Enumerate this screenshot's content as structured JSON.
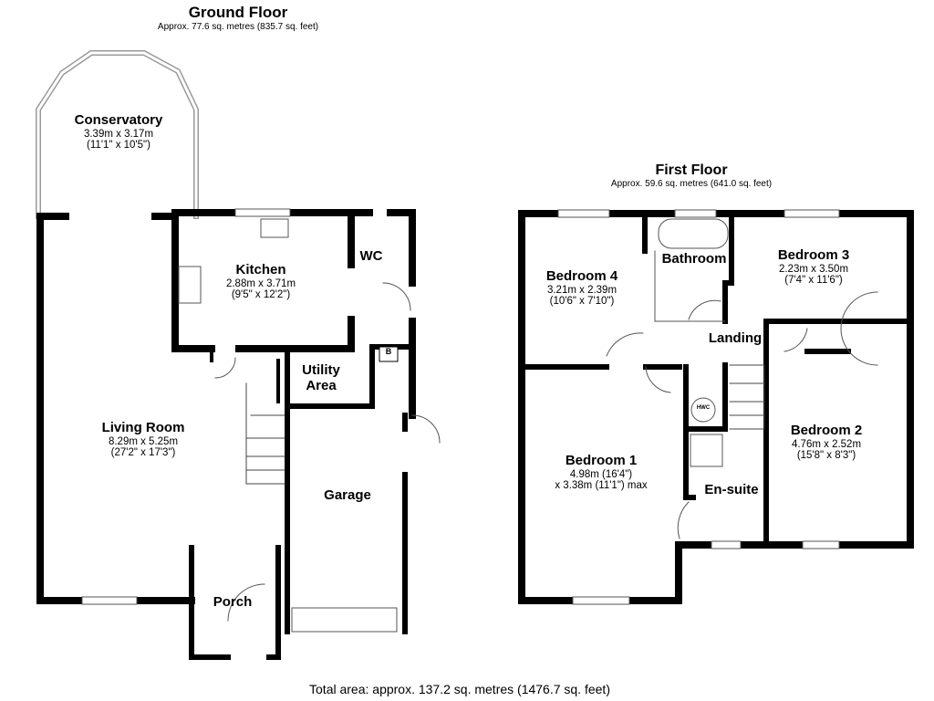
{
  "ground_floor": {
    "title": "Ground Floor",
    "area": "Approx. 77.6 sq. metres (835.7 sq. feet)",
    "rooms": {
      "conservatory": {
        "name": "Conservatory",
        "dim1": "3.39m x 3.17m",
        "dim2": "(11'1\" x 10'5\")"
      },
      "kitchen": {
        "name": "Kitchen",
        "dim1": "2.88m x 3.71m",
        "dim2": "(9'5\" x 12'2\")"
      },
      "wc": {
        "name": "WC"
      },
      "utility": {
        "name": "Utility Area"
      },
      "boiler": {
        "name": "B"
      },
      "living": {
        "name": "Living Room",
        "dim1": "8.29m x 5.25m",
        "dim2": "(27'2\" x 17'3\")"
      },
      "garage": {
        "name": "Garage"
      },
      "porch": {
        "name": "Porch"
      }
    }
  },
  "first_floor": {
    "title": "First Floor",
    "area": "Approx. 59.6 sq. metres (641.0 sq. feet)",
    "rooms": {
      "bedroom4": {
        "name": "Bedroom 4",
        "dim1": "3.21m x 2.39m",
        "dim2": "(10'6\" x 7'10\")"
      },
      "bathroom": {
        "name": "Bathroom"
      },
      "bedroom3": {
        "name": "Bedroom 3",
        "dim1": "2.23m x 3.50m",
        "dim2": "(7'4\" x 11'6\")"
      },
      "landing": {
        "name": "Landing"
      },
      "hwc": {
        "name": "HWC"
      },
      "bedroom1": {
        "name": "Bedroom 1",
        "dim1": "4.98m (16'4\")",
        "dim2": "x 3.38m (11'1\") max"
      },
      "bedroom2": {
        "name": "Bedroom 2",
        "dim1": "4.76m x 2.52m",
        "dim2": "(15'8\" x 8'3\")"
      },
      "ensuite": {
        "name": "En-suite"
      }
    }
  },
  "total_area": "Total area: approx. 137.2 sq. metres (1476.7 sq. feet)"
}
